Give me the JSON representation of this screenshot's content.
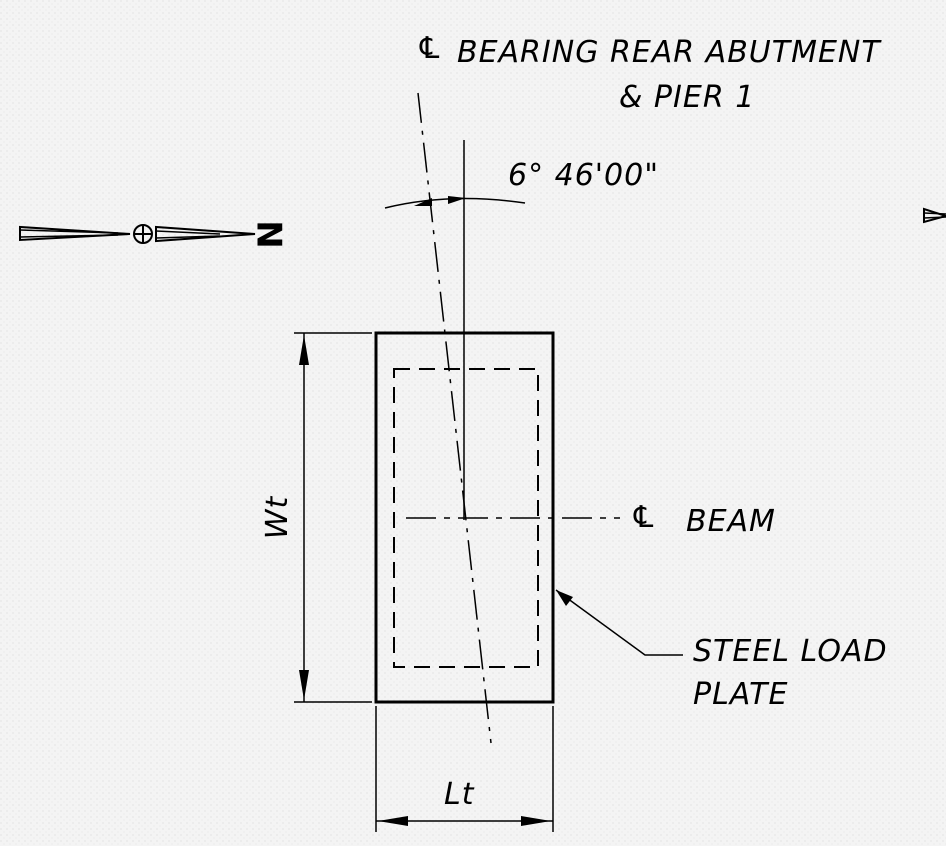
{
  "labels": {
    "cl_symbol": "℄",
    "bearing_line1": "BEARING REAR ABUTMENT",
    "bearing_line2": "& PIER 1",
    "angle": "6° 46'00\"",
    "north": "N",
    "width": "Wt",
    "beam_symbol": "℄",
    "beam": "BEAM",
    "plate_line1": "STEEL LOAD",
    "plate_line2": "PLATE",
    "length": "Lt"
  },
  "skew_angle_degrees": 6.7667,
  "colors": {
    "ink": "#000000",
    "paper": "#f4f4f4"
  },
  "icons": [
    "north-arrow-icon",
    "north-arrow-icon-partial"
  ]
}
